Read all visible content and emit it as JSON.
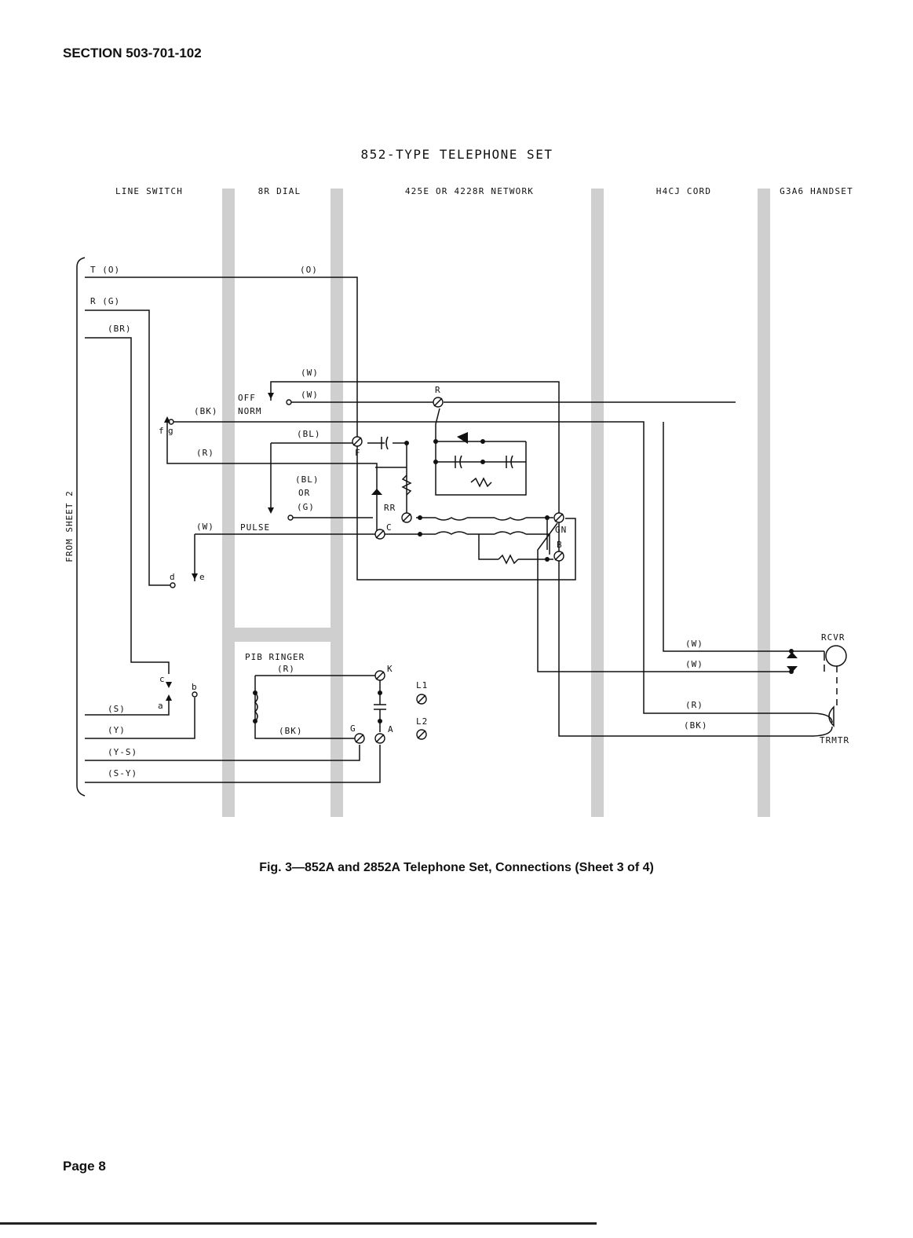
{
  "header": {
    "section": "SECTION 503-701-102"
  },
  "diagram": {
    "title": "852-TYPE TELEPHONE SET",
    "sections": {
      "line_switch": "LINE SWITCH",
      "dial": "8R DIAL",
      "network": "425E OR 4228R NETWORK",
      "cord": "H4CJ CORD",
      "handset": "G3A6 HANDSET"
    },
    "side_label": "FROM SHEET 2",
    "leads": {
      "t": "T  (O)",
      "r": "R  (G)",
      "br": "(BR)",
      "o": "(O)",
      "w1": "(W)",
      "w2": "(W)",
      "bk": "(BK)",
      "bl": "(BL)",
      "r_red": "(R)",
      "bl_or_g_1": "(BL)",
      "bl_or_g_2": "OR",
      "bl_or_g_3": "(G)",
      "w_pulse": "(W)",
      "s": "(S)",
      "y": "(Y)",
      "ys": "(Y-S)",
      "sy": "(S-Y)",
      "ringer_r": "(R)",
      "ringer_bk": "(BK)",
      "cord_w1": "(W)",
      "cord_w2": "(W)",
      "cord_r": "(R)",
      "cord_bk": "(BK)"
    },
    "dial_labels": {
      "off": "OFF",
      "norm": "NORM",
      "pulse": "PULSE"
    },
    "contacts": {
      "f": "f",
      "g": "g",
      "d": "d",
      "e": "e",
      "c": "c",
      "a": "a",
      "b": "b"
    },
    "terminals": {
      "R": "R",
      "F": "F",
      "RR": "RR",
      "C": "C",
      "GN": "GN",
      "B": "B",
      "K": "K",
      "G": "G",
      "A": "A",
      "L1": "L1",
      "L2": "L2"
    },
    "ringer": "PIB RINGER",
    "receiver": "RCVR",
    "transmitter": "TRMTR"
  },
  "caption": "Fig. 3—852A and 2852A Telephone Set, Connections (Sheet 3 of 4)",
  "footer": {
    "page": "Page 8"
  }
}
